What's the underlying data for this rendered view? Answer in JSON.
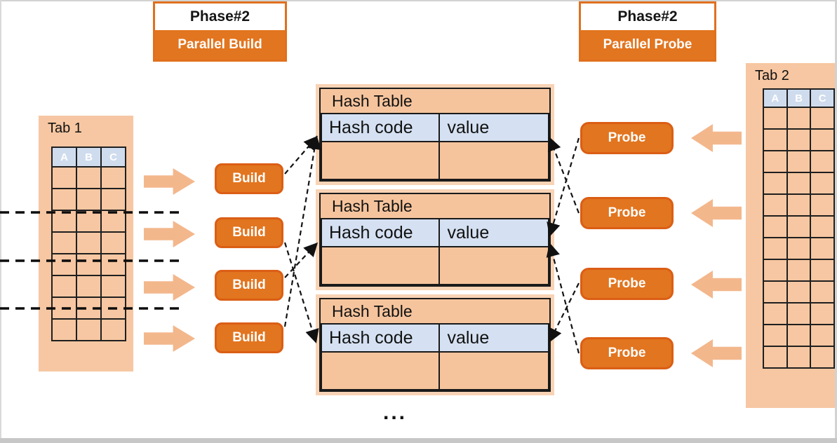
{
  "phase_build": {
    "title": "Phase#2",
    "label": "Parallel Build"
  },
  "phase_probe": {
    "title": "Phase#2",
    "label": "Parallel Probe"
  },
  "tab1": {
    "title": "Tab 1",
    "columns": [
      "A",
      "B",
      "C"
    ],
    "rows": 8,
    "partition_lines": 3
  },
  "tab2": {
    "title": "Tab 2",
    "columns": [
      "A",
      "B",
      "C"
    ],
    "rows": 12,
    "partition_lines": 0
  },
  "build_workers": [
    "Build",
    "Build",
    "Build",
    "Build"
  ],
  "probe_workers": [
    "Probe",
    "Probe",
    "Probe",
    "Probe"
  ],
  "hash_tables": [
    {
      "title": "Hash Table",
      "columns": [
        "Hash code",
        "value"
      ]
    },
    {
      "title": "Hash Table",
      "columns": [
        "Hash code",
        "value"
      ]
    },
    {
      "title": "Hash Table",
      "columns": [
        "Hash code",
        "value"
      ]
    }
  ],
  "ellipsis": "...",
  "edges": [
    [
      "build-1",
      "ht1-left"
    ],
    [
      "build-2",
      "ht3-left"
    ],
    [
      "build-3",
      "ht2-left"
    ],
    [
      "build-4",
      "ht1-left"
    ],
    [
      "probe-1",
      "ht2-right-upper"
    ],
    [
      "probe-2",
      "ht1-right"
    ],
    [
      "probe-3",
      "ht3-right"
    ],
    [
      "probe-4",
      "ht2-right-lower"
    ]
  ],
  "colors": {
    "accent_orange": "#e2751f",
    "accent_orange_border": "#db5e15",
    "panel_peach": "#f6c7a2",
    "arrow_peach": "#f3b78c",
    "header_blue": "#d0ddef",
    "line_black": "#141414"
  }
}
